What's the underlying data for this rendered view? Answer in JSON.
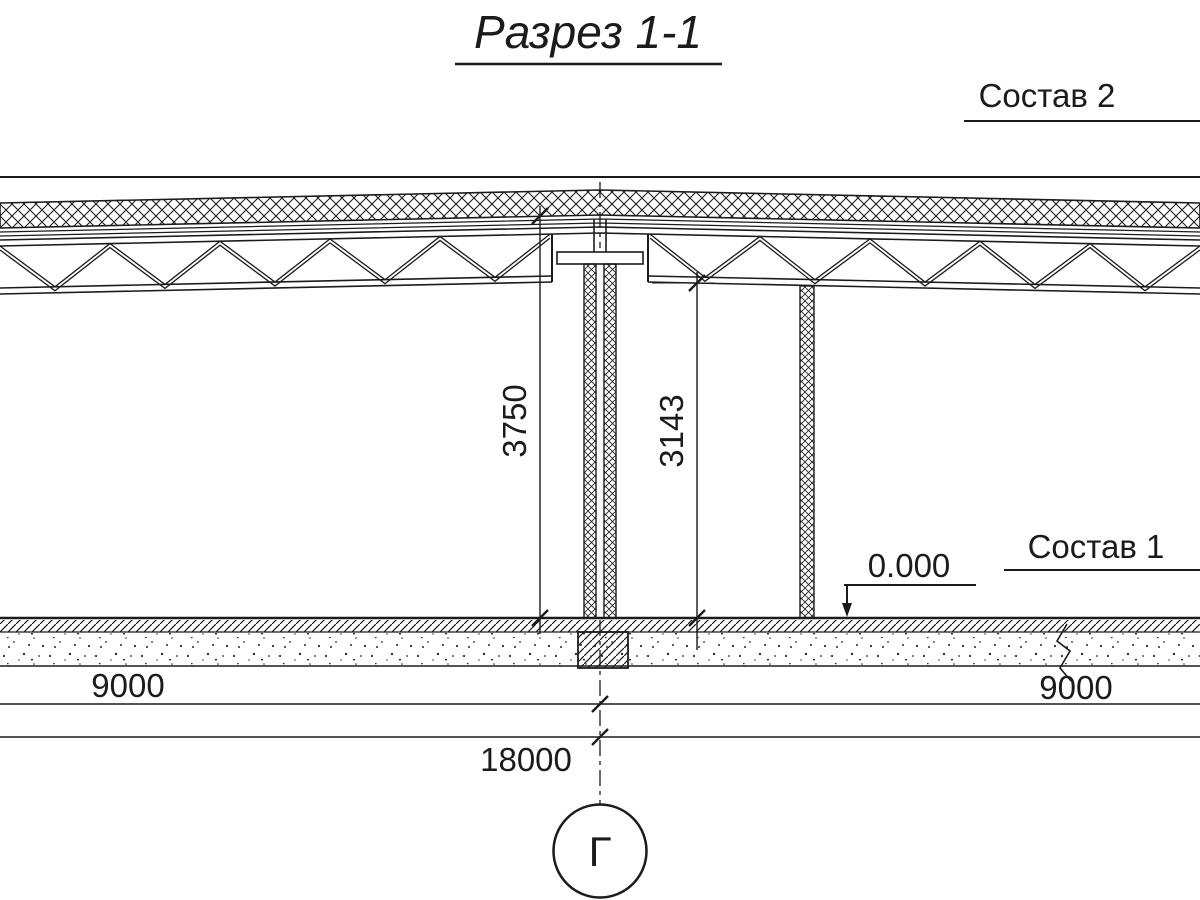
{
  "title": "Разрез 1-1",
  "callouts": {
    "sostav2": "Состав 2",
    "sostav1": "Состав 1"
  },
  "dimensions": {
    "height_total": "3750",
    "height_clear": "3143",
    "elevation_zero": "0.000",
    "span_left": "9000",
    "span_right": "9000",
    "span_total": "18000"
  },
  "axis": {
    "label": "Г"
  },
  "colors": {
    "ink": "#1b1b1b",
    "background": "#ffffff"
  }
}
